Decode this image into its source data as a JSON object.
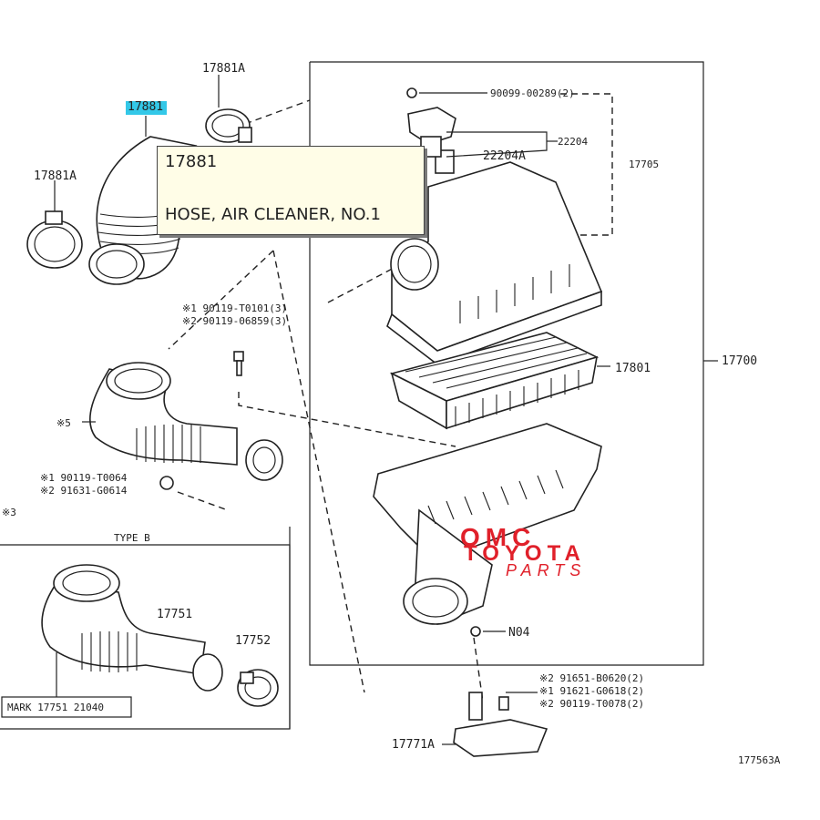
{
  "tooltip": {
    "part_number": "17881",
    "description": "HOSE, AIR CLEANER, NO.1"
  },
  "highlight_label": "17881",
  "labels": {
    "p17881A_top": "17881A",
    "p17881A_left": "17881A",
    "p90099": "90099-00289(2)",
    "p22204": "22204",
    "p22204A": "22204A",
    "p17705": "17705",
    "p17801": "17801",
    "p17700": "17700",
    "bolt_a": "※1 90119-T0101(3)",
    "bolt_b": "※2 90119-06859(3)",
    "ref_a": "※5",
    "clip_a": "※1 90119-T0064",
    "clip_b": "※2 91631-G0614",
    "left_marker": "※3",
    "type_b": "TYPE B",
    "p17751": "17751",
    "p17752": "17752",
    "mark": "MARK 17751 21040",
    "n04": "N04",
    "screw_a": "※2 91651-B0620(2)",
    "screw_b": "※1 91621-G0618(2)",
    "screw_c": "※2 90119-T0078(2)",
    "p17771A": "17771A",
    "fig_code": "177563A"
  },
  "watermark": {
    "line1": "OMC",
    "line2": "TOYOTA",
    "line3": "PARTS",
    "color": "#e0202a"
  },
  "colors": {
    "highlight": "#33c8e8",
    "tooltip_bg": "#fffde7",
    "line": "#222222"
  }
}
